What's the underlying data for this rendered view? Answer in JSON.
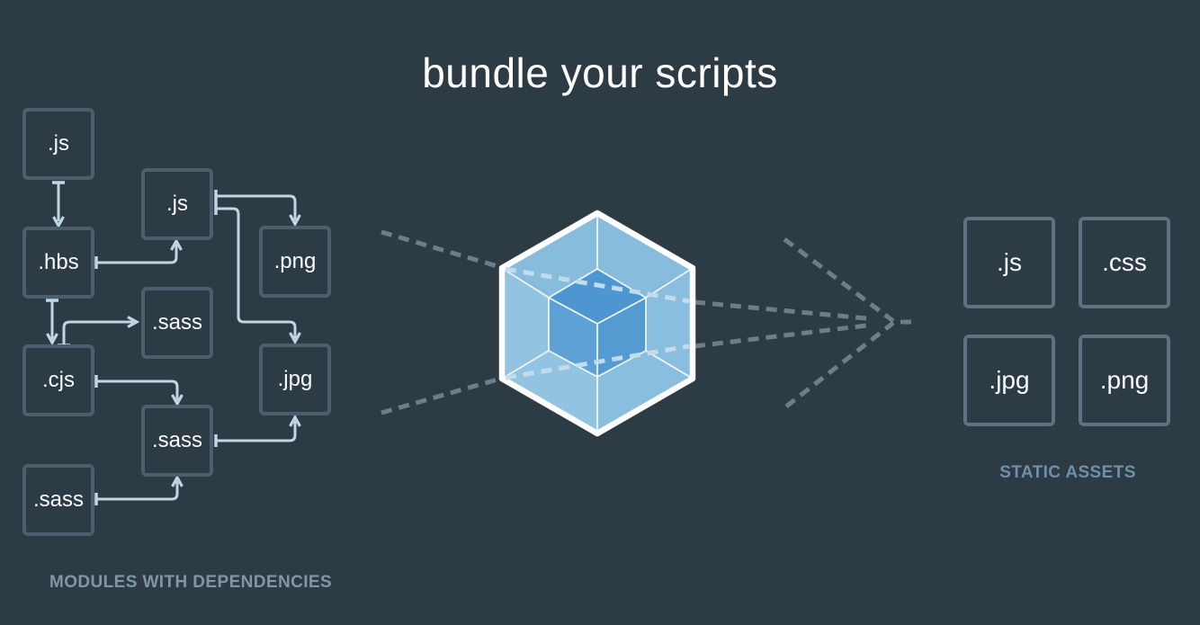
{
  "title": "bundle your scripts",
  "modules_panel": {
    "caption": "MODULES WITH DEPENDENCIES",
    "modules": [
      ".js",
      ".js",
      ".hbs",
      ".png",
      ".sass",
      ".cjs",
      ".jpg",
      ".sass",
      ".sass"
    ]
  },
  "assets_panel": {
    "caption": "STATIC ASSETS",
    "assets": [
      ".js",
      ".css",
      ".jpg",
      ".png"
    ]
  },
  "icons": {
    "center": "webpack-cube-icon",
    "flow": "dotted-arrow-icon",
    "dependency_links": "elbow-arrow-icon"
  },
  "colors": {
    "background": "#2d3b45",
    "title": "#ffffff",
    "box_text": "#f7fafc",
    "left_box_border": "#4d5f6c",
    "right_box_border": "#5d7381",
    "connector": "#bfd6e3",
    "dotted": "#6e7e88",
    "dotted_light": "#c3dcec",
    "caption_left": "#8097a6",
    "caption_right": "#6f90a8",
    "cube_stroke": "#ffffff",
    "cube_top": "#87bcdd",
    "cube_left": "#92c4e2",
    "cube_right": "#8abedf",
    "inner_top": "#4e96d1",
    "inner_left": "#5da1d6",
    "inner_right": "#549bd2"
  }
}
